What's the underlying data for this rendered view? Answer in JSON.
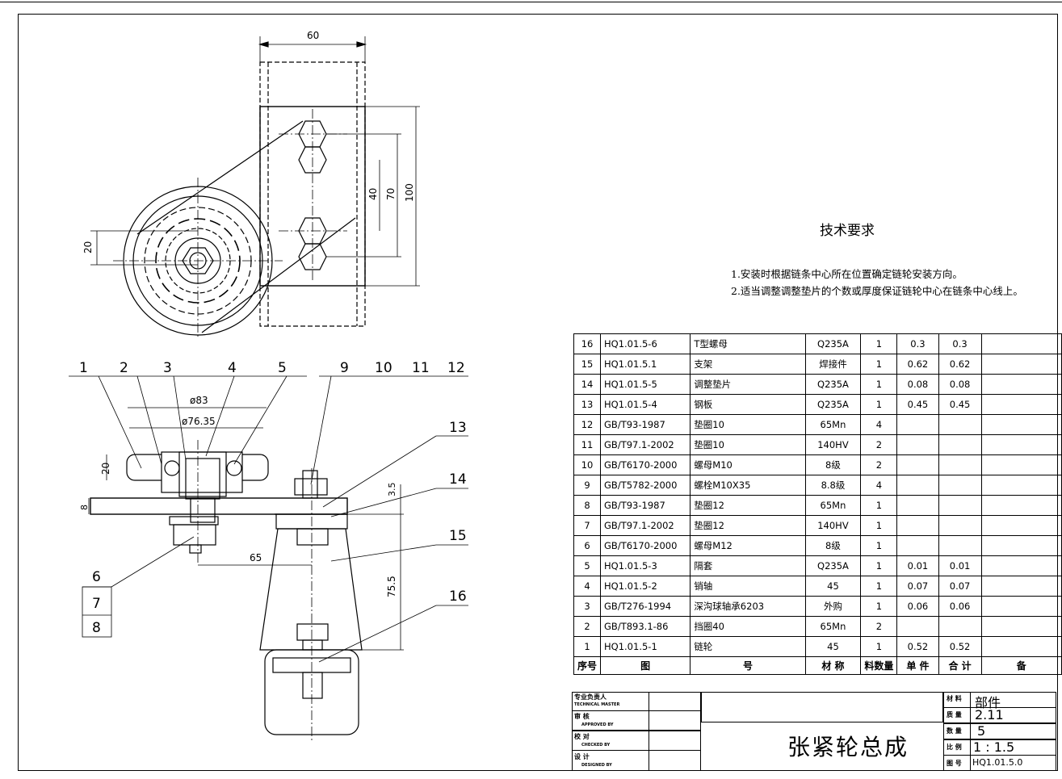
{
  "dims": {
    "top_width": "60",
    "d40": "40",
    "d70": "70",
    "d100": "100",
    "d20_top": "20",
    "phi83": "ø83",
    "phi76": "ø76.35",
    "d20_sec": "20",
    "d8": "8",
    "d3_5": "3.5",
    "d65": "65",
    "d75_5": "75.5"
  },
  "balloons": {
    "top_row": [
      "1",
      "2",
      "3",
      "4",
      "5",
      "9",
      "10",
      "11",
      "12"
    ],
    "right": [
      "13",
      "14",
      "15",
      "16"
    ],
    "left_stack": [
      "6",
      "7",
      "8"
    ]
  },
  "tech": {
    "title": "技术要求",
    "line1": "1.安装时根据链条中心所在位置确定链轮安装方向。",
    "line2": "2.适当调整调整垫片的个数或厚度保证链轮中心在链条中心线上。"
  },
  "bom": {
    "rows": [
      {
        "no": "16",
        "code": "HQ1.01.5-6",
        "name": "T型螺母",
        "mat": "Q235A",
        "qty": "1",
        "unit": "0.3",
        "total": "0.3",
        "note": ""
      },
      {
        "no": "15",
        "code": "HQ1.01.5.1",
        "name": "支架",
        "mat": "焊接件",
        "qty": "1",
        "unit": "0.62",
        "total": "0.62",
        "note": ""
      },
      {
        "no": "14",
        "code": "HQ1.01.5-5",
        "name": "调整垫片",
        "mat": "Q235A",
        "qty": "1",
        "unit": "0.08",
        "total": "0.08",
        "note": ""
      },
      {
        "no": "13",
        "code": "HQ1.01.5-4",
        "name": "钢板",
        "mat": "Q235A",
        "qty": "1",
        "unit": "0.45",
        "total": "0.45",
        "note": ""
      },
      {
        "no": "12",
        "code": "GB/T93-1987",
        "name": "垫圈10",
        "mat": "65Mn",
        "qty": "4",
        "unit": "",
        "total": "",
        "note": ""
      },
      {
        "no": "11",
        "code": "GB/T97.1-2002",
        "name": "垫圈10",
        "mat": "140HV",
        "qty": "2",
        "unit": "",
        "total": "",
        "note": ""
      },
      {
        "no": "10",
        "code": "GB/T6170-2000",
        "name": "螺母M10",
        "mat": "8级",
        "qty": "2",
        "unit": "",
        "total": "",
        "note": ""
      },
      {
        "no": "9",
        "code": "GB/T5782-2000",
        "name": "螺栓M10X35",
        "mat": "8.8级",
        "qty": "4",
        "unit": "",
        "total": "",
        "note": ""
      },
      {
        "no": "8",
        "code": "GB/T93-1987",
        "name": "垫圈12",
        "mat": "65Mn",
        "qty": "1",
        "unit": "",
        "total": "",
        "note": ""
      },
      {
        "no": "7",
        "code": "GB/T97.1-2002",
        "name": "垫圈12",
        "mat": "140HV",
        "qty": "1",
        "unit": "",
        "total": "",
        "note": ""
      },
      {
        "no": "6",
        "code": "GB/T6170-2000",
        "name": "螺母M12",
        "mat": "8级",
        "qty": "1",
        "unit": "",
        "total": "",
        "note": ""
      },
      {
        "no": "5",
        "code": "HQ1.01.5-3",
        "name": "隔套",
        "mat": "Q235A",
        "qty": "1",
        "unit": "0.01",
        "total": "0.01",
        "note": ""
      },
      {
        "no": "4",
        "code": "HQ1.01.5-2",
        "name": "销轴",
        "mat": "45",
        "qty": "1",
        "unit": "0.07",
        "total": "0.07",
        "note": ""
      },
      {
        "no": "3",
        "code": "GB/T276-1994",
        "name": "深沟球轴承6203",
        "mat": "外购",
        "qty": "1",
        "unit": "0.06",
        "total": "0.06",
        "note": ""
      },
      {
        "no": "2",
        "code": "GB/T893.1-86",
        "name": "挡圈40",
        "mat": "65Mn",
        "qty": "2",
        "unit": "",
        "total": "",
        "note": ""
      },
      {
        "no": "1",
        "code": "HQ1.01.5-1",
        "name": "链轮",
        "mat": "45",
        "qty": "1",
        "unit": "0.52",
        "total": "0.52",
        "note": ""
      }
    ],
    "header": {
      "no": "序号",
      "code": "图",
      "name": "号",
      "mat": "材 称",
      "qty": "料数量",
      "unit": "单 件",
      "total": "合 计",
      "note": "备"
    }
  },
  "titleblock": {
    "left_labels": [
      "专业负责人",
      "审 核",
      "校 对",
      "设 计"
    ],
    "left_sub": [
      "TECHNICAL MASTER",
      "APPROVED BY",
      "CHECKED BY",
      "DESIGNED BY"
    ],
    "right_labels": [
      "材 料",
      "质 量",
      "数 量",
      "比 例",
      "图 号"
    ],
    "material": "部件",
    "weight": "2.11",
    "quantity": "5",
    "scale": "1 : 1.5",
    "drawing_no": "HQ1.01.5.0",
    "name": "张紧轮总成"
  }
}
